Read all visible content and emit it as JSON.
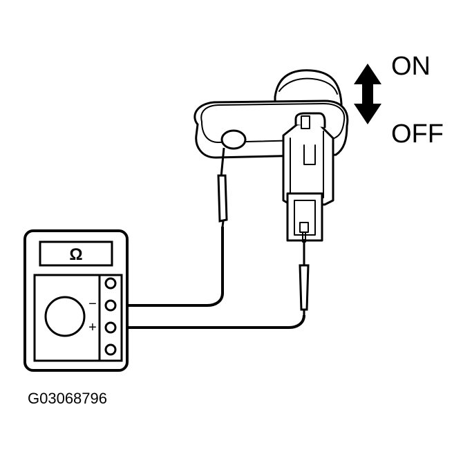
{
  "switch_states": {
    "on": "ON",
    "off": "OFF"
  },
  "meter": {
    "display_symbol": "Ω",
    "terminal_negative": "−",
    "terminal_positive": "+"
  },
  "figure_code": "G03068796",
  "icons": {
    "direction": "up-down-arrow-icon",
    "meter": "ohmmeter-icon",
    "switch": "door-courtesy-switch-icon"
  },
  "colors": {
    "line": "#000000",
    "background": "#ffffff"
  }
}
